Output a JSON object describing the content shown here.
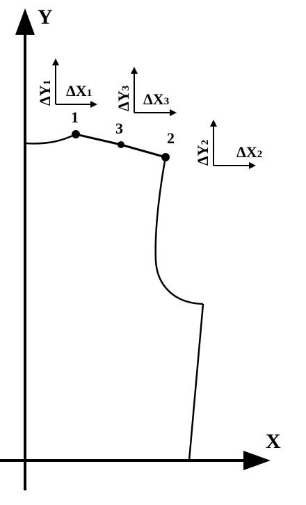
{
  "diagram": {
    "axes": {
      "x_label": "X",
      "y_label": "Y"
    },
    "points": [
      {
        "label": "1"
      },
      {
        "label": "2"
      },
      {
        "label": "3"
      }
    ],
    "displacement_markers": [
      {
        "dx_main": "ΔX",
        "dx_sub": "1",
        "dy_main": "ΔY",
        "dy_sub": "1"
      },
      {
        "dx_main": "ΔX",
        "dx_sub": "3",
        "dy_main": "ΔY",
        "dy_sub": "3"
      },
      {
        "dx_main": "ΔX",
        "dx_sub": "2",
        "dy_main": "ΔY",
        "dy_sub": "2"
      }
    ]
  }
}
